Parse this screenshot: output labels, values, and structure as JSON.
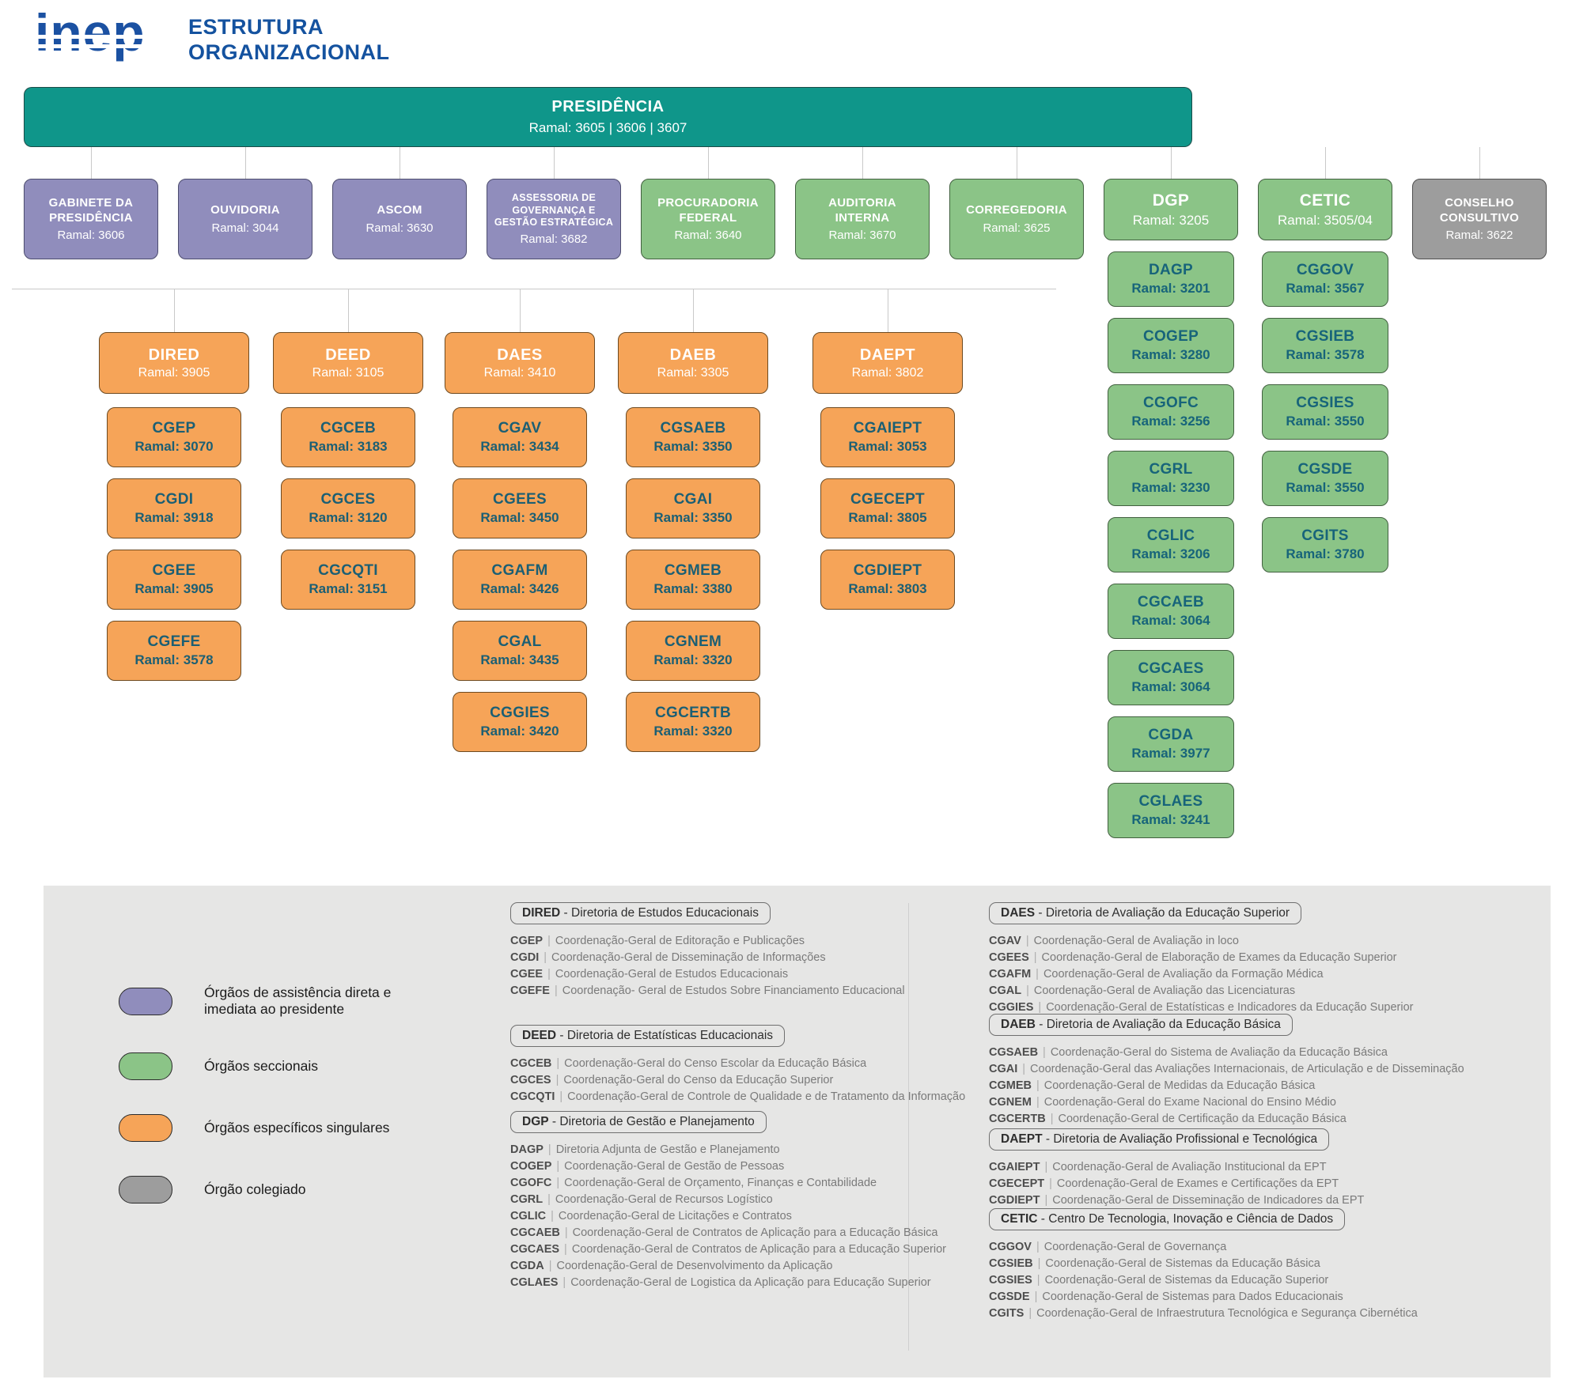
{
  "header": {
    "logo": "inep",
    "title_line1": "ESTRUTURA",
    "title_line2": "ORGANIZACIONAL"
  },
  "separators": {
    "dash": " - ",
    "pipe": "|"
  },
  "presidencia": {
    "name": "PRESIDÊNCIA",
    "ramal": "Ramal: 3605 | 3606 | 3607"
  },
  "row2": [
    {
      "name": "GABINETE DA PRESIDÊNCIA",
      "ramal": "Ramal: 3606",
      "type": "purple"
    },
    {
      "name": "OUVIDORIA",
      "ramal": "Ramal: 3044",
      "type": "purple"
    },
    {
      "name": "ASCOM",
      "ramal": "Ramal: 3630",
      "type": "purple"
    },
    {
      "name": "ASSESSORIA DE GOVERNANÇA E GESTÃO ESTRATÉGICA",
      "ramal": "Ramal: 3682",
      "type": "purple small"
    },
    {
      "name": "PROCURADORIA FEDERAL",
      "ramal": "Ramal: 3640",
      "type": "green"
    },
    {
      "name": "AUDITORIA INTERNA",
      "ramal": "Ramal: 3670",
      "type": "green"
    },
    {
      "name": "CORREGEDORIA",
      "ramal": "Ramal: 3625",
      "type": "green"
    },
    {
      "name": "DGP",
      "ramal": "Ramal: 3205",
      "type": "green big"
    },
    {
      "name": "CETIC",
      "ramal": "Ramal: 3505/04",
      "type": "green big"
    },
    {
      "name": "CONSELHO CONSULTIVO",
      "ramal": "Ramal: 3622",
      "type": "gray"
    }
  ],
  "diretorias": [
    {
      "name": "DIRED",
      "ramal": "Ramal: 3905",
      "children": [
        {
          "name": "CGEP",
          "ramal": "Ramal: 3070"
        },
        {
          "name": "CGDI",
          "ramal": "Ramal: 3918"
        },
        {
          "name": "CGEE",
          "ramal": "Ramal: 3905"
        },
        {
          "name": "CGEFE",
          "ramal": "Ramal: 3578"
        }
      ]
    },
    {
      "name": "DEED",
      "ramal": "Ramal: 3105",
      "children": [
        {
          "name": "CGCEB",
          "ramal": "Ramal: 3183"
        },
        {
          "name": "CGCES",
          "ramal": "Ramal: 3120"
        },
        {
          "name": "CGCQTI",
          "ramal": "Ramal: 3151"
        }
      ]
    },
    {
      "name": "DAES",
      "ramal": "Ramal: 3410",
      "children": [
        {
          "name": "CGAV",
          "ramal": "Ramal: 3434"
        },
        {
          "name": "CGEES",
          "ramal": "Ramal: 3450"
        },
        {
          "name": "CGAFM",
          "ramal": "Ramal: 3426"
        },
        {
          "name": "CGAL",
          "ramal": "Ramal: 3435"
        },
        {
          "name": "CGGIES",
          "ramal": "Ramal: 3420"
        }
      ]
    },
    {
      "name": "DAEB",
      "ramal": "Ramal: 3305",
      "children": [
        {
          "name": "CGSAEB",
          "ramal": "Ramal: 3350"
        },
        {
          "name": "CGAI",
          "ramal": "Ramal: 3350"
        },
        {
          "name": "CGMEB",
          "ramal": "Ramal: 3380"
        },
        {
          "name": "CGNEM",
          "ramal": "Ramal: 3320"
        },
        {
          "name": "CGCERTB",
          "ramal": "Ramal: 3320"
        }
      ]
    },
    {
      "name": "DAEPT",
      "ramal": "Ramal: 3802",
      "children": [
        {
          "name": "CGAIEPT",
          "ramal": "Ramal: 3053"
        },
        {
          "name": "CGECEPT",
          "ramal": "Ramal: 3805"
        },
        {
          "name": "CGDIEPT",
          "ramal": "Ramal: 3803"
        }
      ]
    }
  ],
  "dgp_children": [
    {
      "name": "DAGP",
      "ramal": "Ramal: 3201"
    },
    {
      "name": "COGEP",
      "ramal": "Ramal: 3280"
    },
    {
      "name": "CGOFC",
      "ramal": "Ramal: 3256"
    },
    {
      "name": "CGRL",
      "ramal": "Ramal: 3230"
    },
    {
      "name": "CGLIC",
      "ramal": "Ramal: 3206"
    },
    {
      "name": "CGCAEB",
      "ramal": "Ramal: 3064"
    },
    {
      "name": "CGCAES",
      "ramal": "Ramal: 3064"
    },
    {
      "name": "CGDA",
      "ramal": "Ramal: 3977"
    },
    {
      "name": "CGLAES",
      "ramal": "Ramal: 3241"
    }
  ],
  "cetic_children": [
    {
      "name": "CGGOV",
      "ramal": "Ramal: 3567"
    },
    {
      "name": "CGSIEB",
      "ramal": "Ramal: 3578"
    },
    {
      "name": "CGSIES",
      "ramal": "Ramal: 3550"
    },
    {
      "name": "CGSDE",
      "ramal": "Ramal: 3550"
    },
    {
      "name": "CGITS",
      "ramal": "Ramal: 3780"
    }
  ],
  "legend": [
    {
      "color": "purple",
      "label": "Órgãos de assistência direta e imediata ao presidente"
    },
    {
      "color": "green",
      "label": "Órgãos seccionais"
    },
    {
      "color": "orange",
      "label": "Órgãos específicos singulares"
    },
    {
      "color": "gray",
      "label": "Órgão colegiado"
    }
  ],
  "sections": [
    {
      "code": "DIRED",
      "title": "Diretoria de Estudos Educacionais",
      "items": [
        {
          "code": "CGEP",
          "desc": "Coordenação-Geral de Editoração e Publicações"
        },
        {
          "code": "CGDI",
          "desc": "Coordenação-Geral de Disseminação de Informações"
        },
        {
          "code": "CGEE",
          "desc": "Coordenação-Geral de Estudos Educacionais"
        },
        {
          "code": "CGEFE",
          "desc": "Coordenação- Geral de Estudos Sobre Financiamento Educacional"
        }
      ]
    },
    {
      "code": "DEED",
      "title": "Diretoria de Estatísticas Educacionais",
      "items": [
        {
          "code": "CGCEB",
          "desc": "Coordenação-Geral do Censo Escolar da Educação Básica"
        },
        {
          "code": "CGCES",
          "desc": "Coordenação-Geral do Censo da Educação Superior"
        },
        {
          "code": "CGCQTI",
          "desc": "Coordenação-Geral de Controle de Qualidade e de Tratamento da Informação"
        }
      ]
    },
    {
      "code": "DGP",
      "title": "Diretoria de Gestão e Planejamento",
      "items": [
        {
          "code": "DAGP",
          "desc": "Diretoria Adjunta de Gestão e Planejamento"
        },
        {
          "code": "COGEP",
          "desc": "Coordenação-Geral de Gestão de Pessoas"
        },
        {
          "code": "CGOFC",
          "desc": "Coordenação-Geral de Orçamento, Finanças e Contabilidade"
        },
        {
          "code": "CGRL",
          "desc": "Coordenação-Geral de Recursos Logístico"
        },
        {
          "code": "CGLIC",
          "desc": "Coordenação-Geral de Licitações e Contratos"
        },
        {
          "code": "CGCAEB",
          "desc": "Coordenação-Geral de Contratos de Aplicação para a Educação Básica"
        },
        {
          "code": "CGCAES",
          "desc": "Coordenação-Geral de Contratos de Aplicação para a Educação Superior"
        },
        {
          "code": "CGDA",
          "desc": "Coordenação-Geral de Desenvolvimento da Aplicação"
        },
        {
          "code": "CGLAES",
          "desc": "Coordenação-Geral de Logistica da Aplicação para Educação Superior"
        }
      ]
    },
    {
      "code": "DAES",
      "title": "Diretoria de Avaliação da Educação Superior",
      "items": [
        {
          "code": "CGAV",
          "desc": "Coordenação-Geral de Avaliação in loco"
        },
        {
          "code": "CGEES",
          "desc": "Coordenação-Geral de Elaboração de Exames da Educação Superior"
        },
        {
          "code": "CGAFM",
          "desc": "Coordenação-Geral de Avaliação da Formação Médica"
        },
        {
          "code": "CGAL",
          "desc": "Coordenação-Geral de Avaliação das Licenciaturas"
        },
        {
          "code": "CGGIES",
          "desc": "Coordenação-Geral de Estatísticas e Indicadores da Educação Superior"
        }
      ]
    },
    {
      "code": "DAEB",
      "title": "Diretoria de Avaliação da Educação Básica",
      "items": [
        {
          "code": "CGSAEB",
          "desc": "Coordenação-Geral do Sistema de Avaliação da Educação Básica"
        },
        {
          "code": "CGAI",
          "desc": "Coordenação-Geral das Avaliações Internacionais, de Articulação e de Disseminação"
        },
        {
          "code": "CGMEB",
          "desc": "Coordenação-Geral de Medidas da Educação Básica"
        },
        {
          "code": "CGNEM",
          "desc": "Coordenação-Geral do Exame Nacional do Ensino Médio"
        },
        {
          "code": "CGCERTB",
          "desc": "Coordenação-Geral de Certificação da Educação Básica"
        }
      ]
    },
    {
      "code": "DAEPT",
      "title": "Diretoria de Avaliação Profissional e Tecnológica",
      "items": [
        {
          "code": "CGAIEPT",
          "desc": "Coordenação-Geral de Avaliação Institucional da EPT"
        },
        {
          "code": "CGECEPT",
          "desc": "Coordenação-Geral de Exames e Certificações da EPT"
        },
        {
          "code": "CGDIEPT",
          "desc": "Coordenação-Geral de Disseminação de Indicadores da EPT"
        }
      ]
    },
    {
      "code": "CETIC",
      "title": "Centro De Tecnologia, Inovação e Ciência de Dados",
      "items": [
        {
          "code": "CGGOV",
          "desc": "Coordenação-Geral de Governança"
        },
        {
          "code": "CGSIEB",
          "desc": "Coordenação-Geral de Sistemas da Educação Básica"
        },
        {
          "code": "CGSIES",
          "desc": "Coordenação-Geral de Sistemas da Educação Superior"
        },
        {
          "code": "CGSDE",
          "desc": "Coordenação-Geral de Sistemas para Dados Educacionais"
        },
        {
          "code": "CGITS",
          "desc": "Coordenação-Geral de Infraestrutura Tecnológica e Segurança Cibernética"
        }
      ]
    }
  ]
}
